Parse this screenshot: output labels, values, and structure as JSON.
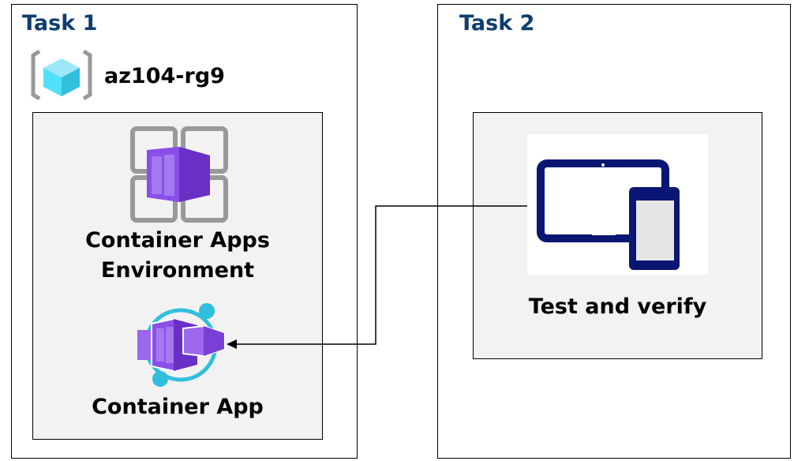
{
  "task1": {
    "title": "Task 1",
    "resource_group": "az104-rg9",
    "environment_label_line1": "Container Apps",
    "environment_label_line2": "Environment",
    "app_label": "Container App"
  },
  "task2": {
    "title": "Task 2",
    "test_label": "Test and verify"
  },
  "colors": {
    "title": "#0e3d6e",
    "panel": "#f2f2f2",
    "purple": "#7a3fd6",
    "cyan": "#32bedd",
    "device": "#0a1673"
  }
}
